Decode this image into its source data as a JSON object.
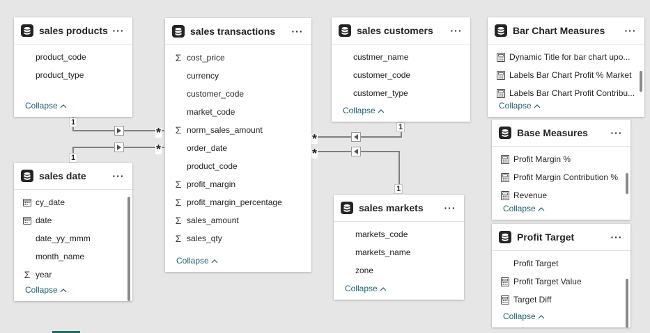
{
  "tables": {
    "sales_products": {
      "title": "sales products",
      "fields": [
        {
          "name": "product_code",
          "icon": "none"
        },
        {
          "name": "product_type",
          "icon": "none"
        }
      ],
      "collapse": "Collapse"
    },
    "sales_transactions": {
      "title": "sales transactions",
      "fields": [
        {
          "name": "cost_price",
          "icon": "sigma-icon"
        },
        {
          "name": "currency",
          "icon": "none"
        },
        {
          "name": "customer_code",
          "icon": "none"
        },
        {
          "name": "market_code",
          "icon": "none"
        },
        {
          "name": "norm_sales_amount",
          "icon": "sigma-icon"
        },
        {
          "name": "order_date",
          "icon": "none"
        },
        {
          "name": "product_code",
          "icon": "none"
        },
        {
          "name": "profit_margin",
          "icon": "sigma-icon"
        },
        {
          "name": "profit_margin_percentage",
          "icon": "sigma-icon"
        },
        {
          "name": "sales_amount",
          "icon": "sigma-icon"
        },
        {
          "name": "sales_qty",
          "icon": "sigma-icon"
        }
      ],
      "collapse": "Collapse"
    },
    "sales_customers": {
      "title": "sales customers",
      "fields": [
        {
          "name": "custmer_name",
          "icon": "none"
        },
        {
          "name": "customer_code",
          "icon": "none"
        },
        {
          "name": "customer_type",
          "icon": "none"
        }
      ],
      "collapse": "Collapse"
    },
    "bar_chart_measures": {
      "title": "Bar Chart Measures",
      "fields": [
        {
          "name": "Dynamic Title for bar chart upo...",
          "icon": "calculator-icon"
        },
        {
          "name": "Labels Bar Chart Profit % Market",
          "icon": "calculator-icon"
        },
        {
          "name": "Labels Bar Chart Profit Contribu...",
          "icon": "calculator-icon"
        }
      ],
      "collapse": "Collapse"
    },
    "base_measures": {
      "title": "Base Measures",
      "fields": [
        {
          "name": "Profit Margin %",
          "icon": "calculator-icon"
        },
        {
          "name": "Profit Margin Contribution %",
          "icon": "calculator-icon"
        },
        {
          "name": "Revenue",
          "icon": "calculator-icon"
        }
      ],
      "collapse": "Collapse"
    },
    "sales_date": {
      "title": "sales date",
      "fields": [
        {
          "name": "cy_date",
          "icon": "calendar-icon"
        },
        {
          "name": "date",
          "icon": "calendar-icon"
        },
        {
          "name": "date_yy_mmm",
          "icon": "none"
        },
        {
          "name": "month_name",
          "icon": "none"
        },
        {
          "name": "year",
          "icon": "sigma-icon"
        }
      ],
      "collapse": "Collapse"
    },
    "sales_markets": {
      "title": "sales markets",
      "fields": [
        {
          "name": "markets_code",
          "icon": "none"
        },
        {
          "name": "markets_name",
          "icon": "none"
        },
        {
          "name": "zone",
          "icon": "none"
        }
      ],
      "collapse": "Collapse"
    },
    "profit_target": {
      "title": "Profit Target",
      "fields": [
        {
          "name": "Profit Target",
          "icon": "none"
        },
        {
          "name": "Profit Target Value",
          "icon": "calculator-icon"
        },
        {
          "name": "Target Diff",
          "icon": "calculator-icon"
        }
      ],
      "collapse": "Collapse"
    }
  },
  "relationships": {
    "one_label": "1",
    "many_label": "*"
  },
  "colors": {
    "canvas": "#e6e6e6",
    "card": "#ffffff",
    "collapse_link": "#1f5e6e",
    "line": "#7f7f7f"
  }
}
